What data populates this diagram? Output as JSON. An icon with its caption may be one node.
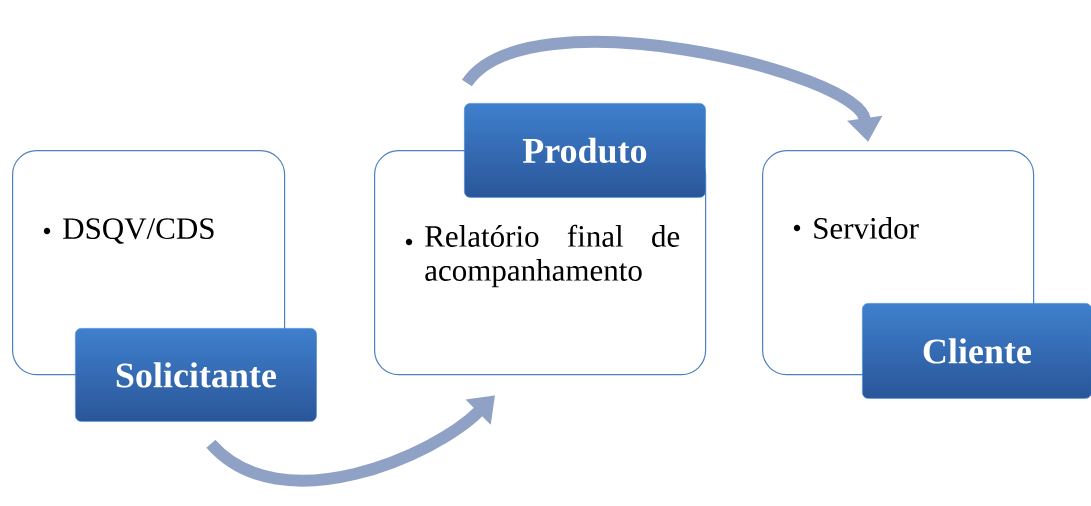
{
  "diagram": {
    "nodes": [
      {
        "text": [
          "DSQV/CDS"
        ]
      },
      {
        "text": [
          "Solicitante"
        ]
      },
      {
        "text": [
          "Relatório final de acompanhamento"
        ]
      },
      {
        "text": [
          "Produto"
        ]
      },
      {
        "text": [
          "Servidor"
        ]
      },
      {
        "text": [
          "Cliente"
        ]
      }
    ],
    "edges": [
      {
        "from": 1,
        "to": 2,
        "arrow": "to"
      },
      {
        "from": 3,
        "to": 4,
        "arrow": "to"
      }
    ]
  }
}
